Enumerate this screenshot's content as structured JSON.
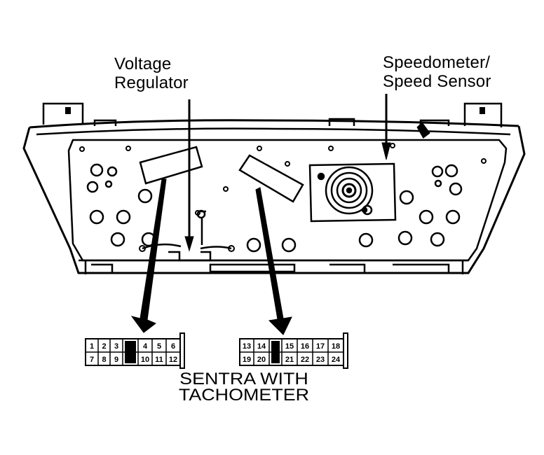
{
  "labels": {
    "voltage_regulator": [
      "Voltage",
      "Regulator"
    ],
    "speed_sensor": [
      "Speedometer/",
      "Speed Sensor"
    ],
    "caption": [
      "SENTRA WITH",
      "TACHOMETER"
    ]
  },
  "connectors": {
    "left": {
      "top_row": [
        "1",
        "2",
        "3",
        "",
        "4",
        "5",
        "6"
      ],
      "bottom_row": [
        "7",
        "8",
        "9",
        "",
        "10",
        "11",
        "12"
      ]
    },
    "right": {
      "top_row": [
        "13",
        "14",
        "",
        "15",
        "16",
        "17",
        "18"
      ],
      "bottom_row": [
        "19",
        "20",
        "",
        "21",
        "22",
        "23",
        "24"
      ]
    }
  }
}
